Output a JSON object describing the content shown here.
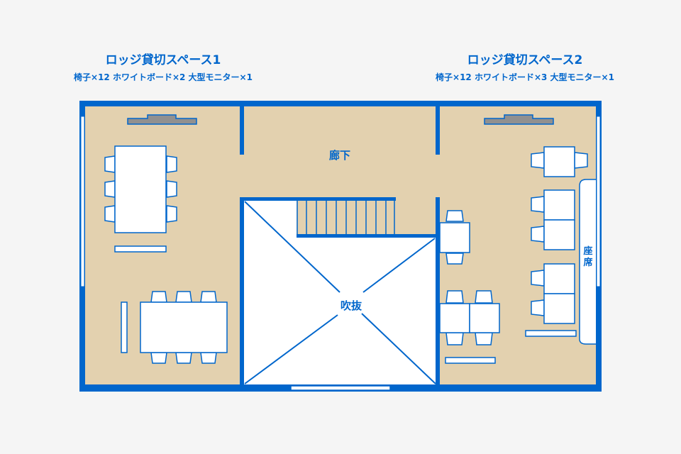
{
  "rooms": [
    {
      "title": "ロッジ貸切スペース1",
      "equipment": "椅子×12  ホワイトボード×2  大型モニター×1"
    },
    {
      "title": "ロッジ貸切スペース2",
      "equipment": "椅子×12  ホワイトボード×3  大型モニター×1"
    }
  ],
  "labels": {
    "corridor": "廊下",
    "atrium": "吹抜",
    "bench_seat_1": "座",
    "bench_seat_2": "席"
  },
  "colors": {
    "wall": "#0066cc",
    "floor": "#e3d1af",
    "furniture": "#ffffff",
    "monitor": "#909090",
    "background": "#f5f5f5"
  }
}
